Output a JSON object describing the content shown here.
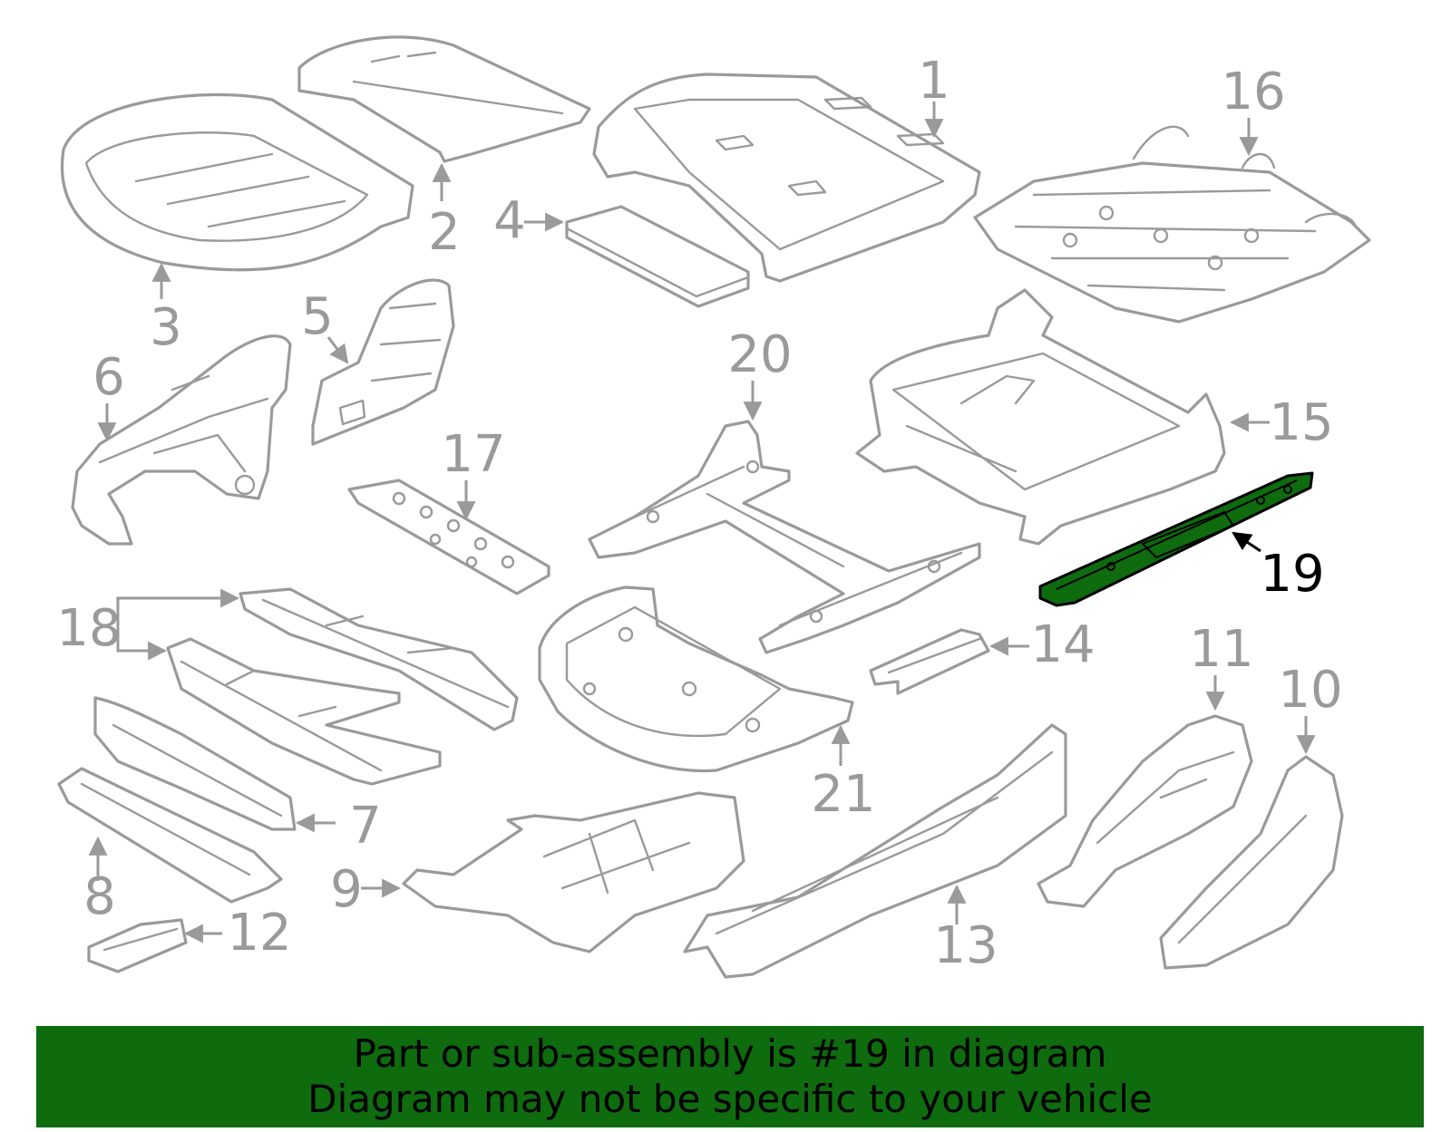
{
  "diagram": {
    "callouts": [
      "1",
      "2",
      "3",
      "4",
      "5",
      "6",
      "7",
      "8",
      "9",
      "10",
      "11",
      "12",
      "13",
      "14",
      "15",
      "16",
      "17",
      "18",
      "19",
      "20",
      "21"
    ],
    "highlighted": "19",
    "colors": {
      "line": "#9a9a9a",
      "highlight_fill": "#0e6b0e",
      "highlight_text": "#000000",
      "banner": "#0e6b0e"
    }
  },
  "banner": {
    "line1": "Part or sub-assembly is #19 in diagram",
    "line2": "Diagram may not be specific to your vehicle"
  }
}
